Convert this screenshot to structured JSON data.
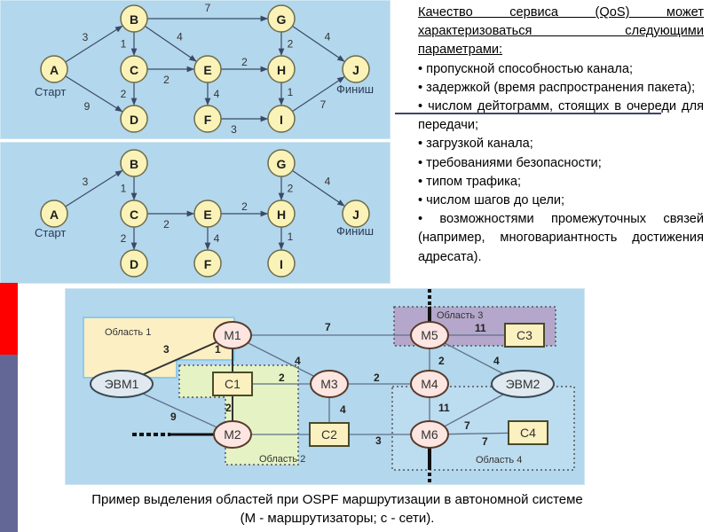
{
  "graph_full": {
    "nodes": [
      "A",
      "B",
      "C",
      "D",
      "E",
      "F",
      "G",
      "H",
      "I",
      "J"
    ],
    "start_label": "Старт",
    "finish_label": "Финиш",
    "edges": [
      {
        "from": "A",
        "to": "B",
        "weight": "3"
      },
      {
        "from": "A",
        "to": "D",
        "weight": "9"
      },
      {
        "from": "B",
        "to": "G",
        "weight": "7"
      },
      {
        "from": "B",
        "to": "C",
        "weight": "1"
      },
      {
        "from": "B",
        "to": "E",
        "weight": "4"
      },
      {
        "from": "C",
        "to": "E",
        "weight": "2"
      },
      {
        "from": "C",
        "to": "D",
        "weight": "2"
      },
      {
        "from": "E",
        "to": "H",
        "weight": "2"
      },
      {
        "from": "E",
        "to": "F",
        "weight": "4"
      },
      {
        "from": "F",
        "to": "I",
        "weight": "3"
      },
      {
        "from": "G",
        "to": "H",
        "weight": "2"
      },
      {
        "from": "G",
        "to": "J",
        "weight": "4"
      },
      {
        "from": "H",
        "to": "I",
        "weight": "1"
      },
      {
        "from": "I",
        "to": "J",
        "weight": "7"
      }
    ]
  },
  "graph_tree": {
    "nodes": [
      "A",
      "B",
      "C",
      "D",
      "E",
      "F",
      "G",
      "H",
      "I",
      "J"
    ],
    "start_label": "Старт",
    "finish_label": "Финиш",
    "edges": [
      {
        "from": "A",
        "to": "B",
        "weight": "3"
      },
      {
        "from": "B",
        "to": "C",
        "weight": "1"
      },
      {
        "from": "C",
        "to": "E",
        "weight": "2"
      },
      {
        "from": "C",
        "to": "D",
        "weight": "2"
      },
      {
        "from": "E",
        "to": "H",
        "weight": "2"
      },
      {
        "from": "E",
        "to": "F",
        "weight": "4"
      },
      {
        "from": "G",
        "to": "H",
        "weight": "2"
      },
      {
        "from": "G",
        "to": "J",
        "weight": "4"
      },
      {
        "from": "H",
        "to": "I",
        "weight": "1"
      }
    ]
  },
  "qos": {
    "title_line1": "Качество сервиса (QoS) может",
    "title_line2": "характеризоваться следующими",
    "title_line3": "параметрами:",
    "items": [
      "• пропускной способностью канала;",
      "• задержкой (время распространения пакета);",
      "• числом дейтограмм, стоящих в очереди для передачи;",
      "• загрузкой канала;",
      "• требованиями безопасности;",
      "• типом трафика;",
      "• числом шагов до цели;",
      "• возможностями промежуточных связей (например, многовариантность достижения адресата)."
    ]
  },
  "ospf": {
    "areas": [
      {
        "id": "area1",
        "label": "Область 1",
        "color": "#fcefc4"
      },
      {
        "id": "area2",
        "label": "Область 2",
        "color": "#e5f2c4"
      },
      {
        "id": "area3",
        "label": "Область 3",
        "color": "#b4a7cb"
      },
      {
        "id": "area4",
        "label": "Область 4",
        "color": "#bcdcf0"
      }
    ],
    "routers": [
      "M1",
      "M2",
      "M3",
      "M4",
      "M5",
      "M6"
    ],
    "networks": [
      "C1",
      "C2",
      "C3",
      "C4"
    ],
    "hosts": [
      "ЭВМ1",
      "ЭВМ2"
    ],
    "links": [
      {
        "from": "M1",
        "to": "ЭВМ1",
        "weight": "3"
      },
      {
        "from": "M1",
        "to": "C1",
        "weight": "1"
      },
      {
        "from": "M1",
        "to": "M5",
        "weight": "7"
      },
      {
        "from": "M1",
        "to": "M3",
        "weight": "4"
      },
      {
        "from": "C1",
        "to": "M3",
        "weight": "2"
      },
      {
        "from": "C1",
        "to": "M2",
        "weight": "2"
      },
      {
        "from": "ЭВМ1",
        "to": "M2",
        "weight": "9"
      },
      {
        "from": "M2",
        "to": "C2",
        "weight": ""
      },
      {
        "from": "M3",
        "to": "C2",
        "weight": "4"
      },
      {
        "from": "M3",
        "to": "M4",
        "weight": "2"
      },
      {
        "from": "C2",
        "to": "M6",
        "weight": "3"
      },
      {
        "from": "M5",
        "to": "C3",
        "weight": "11"
      },
      {
        "from": "M5",
        "to": "M4",
        "weight": "2"
      },
      {
        "from": "M5",
        "to": "ЭВМ2",
        "weight": "4"
      },
      {
        "from": "M4",
        "to": "M6",
        "weight": "11"
      },
      {
        "from": "ЭВМ2",
        "to": "M6",
        "weight": "7"
      },
      {
        "from": "M6",
        "to": "C4",
        "weight": "7"
      }
    ]
  },
  "caption": {
    "line1": "Пример выделения областей при OSPF маршрутизации в автономной системе",
    "line2": "(М - маршрутизаторы; с - сети)."
  }
}
